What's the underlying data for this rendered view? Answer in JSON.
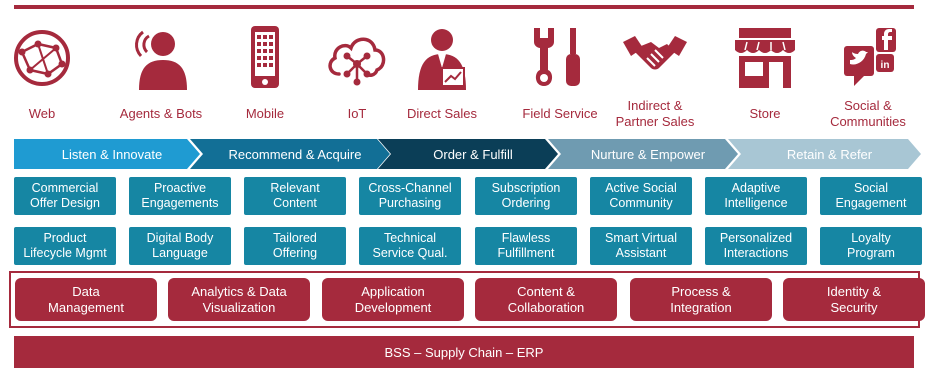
{
  "channels": [
    {
      "label": "Web",
      "icon": "globe-icon"
    },
    {
      "label": "Agents & Bots",
      "icon": "agent-icon"
    },
    {
      "label": "Mobile",
      "icon": "mobile-icon"
    },
    {
      "label": "IoT",
      "icon": "iot-cloud-icon"
    },
    {
      "label": "Direct Sales",
      "icon": "salesperson-icon"
    },
    {
      "label": "Field Service",
      "icon": "tools-icon"
    },
    {
      "label_line1": "Indirect &",
      "label_line2": "Partner Sales",
      "icon": "handshake-icon"
    },
    {
      "label": "Store",
      "icon": "store-icon"
    },
    {
      "label_line1": "Social &",
      "label_line2": "Communities",
      "icon": "social-icon"
    }
  ],
  "stages": [
    "Listen & Innovate",
    "Recommend & Acquire",
    "Order & Fulfill",
    "Nurture & Empower",
    "Retain & Refer"
  ],
  "capabilities_row1": [
    {
      "l1": "Commercial",
      "l2": "Offer Design"
    },
    {
      "l1": "Proactive",
      "l2": "Engagements"
    },
    {
      "l1": "Relevant",
      "l2": "Content"
    },
    {
      "l1": "Cross-Channel",
      "l2": "Purchasing"
    },
    {
      "l1": "Subscription",
      "l2": "Ordering"
    },
    {
      "l1": "Active Social",
      "l2": "Community"
    },
    {
      "l1": "Adaptive",
      "l2": "Intelligence"
    },
    {
      "l1": "Social",
      "l2": "Engagement"
    }
  ],
  "capabilities_row2": [
    {
      "l1": "Product",
      "l2": "Lifecycle Mgmt"
    },
    {
      "l1": "Digital Body",
      "l2": "Language"
    },
    {
      "l1": "Tailored",
      "l2": "Offering"
    },
    {
      "l1": "Technical",
      "l2": "Service Qual."
    },
    {
      "l1": "Flawless",
      "l2": "Fulfillment"
    },
    {
      "l1": "Smart Virtual",
      "l2": "Assistant"
    },
    {
      "l1": "Personalized",
      "l2": "Interactions"
    },
    {
      "l1": "Loyalty",
      "l2": "Program"
    }
  ],
  "platform": [
    {
      "l1": "Data",
      "l2": "Management"
    },
    {
      "l1": "Analytics & Data",
      "l2": "Visualization"
    },
    {
      "l1": "Application",
      "l2": "Development"
    },
    {
      "l1": "Content &",
      "l2": "Collaboration"
    },
    {
      "l1": "Process &",
      "l2": "Integration"
    },
    {
      "l1": "Identity &",
      "l2": "Security"
    }
  ],
  "foundation": "BSS – Supply Chain – ERP",
  "colors": {
    "brand": "#a52a3d",
    "tile": "#1686a3",
    "stage1": "#1f9bd2",
    "stage2": "#126f96",
    "stage3": "#0b3e57",
    "stage4": "#6f9bb1",
    "stage5": "#a8c6d4"
  }
}
